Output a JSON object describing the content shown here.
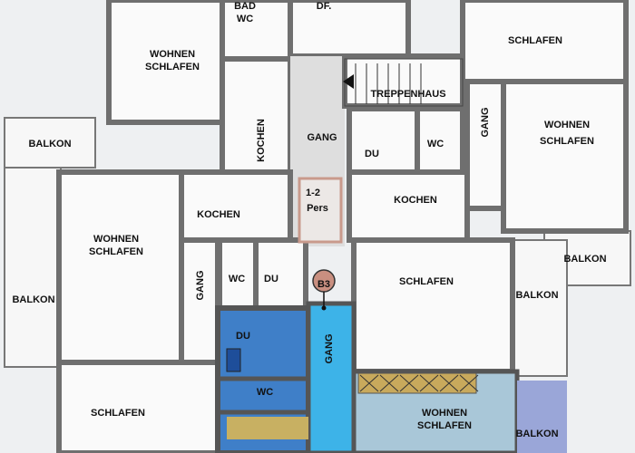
{
  "plan": {
    "rooms": {
      "bad": "BAD",
      "bad_wc": "WC",
      "df": "DF.",
      "wohnen_nw_1": "WOHNEN",
      "wohnen_nw_2": "SCHLAFEN",
      "schlafen_ne": "SCHLAFEN",
      "treppenhaus": "TREPPENHAUS",
      "gang_center": "GANG",
      "kochen_north": "KOCHEN",
      "du_center": "DU",
      "wc_center": "WC",
      "gang_east": "GANG",
      "wohnen_e_1": "WOHNEN",
      "wohnen_e_2": "SCHLAFEN",
      "balkon_nw": "BALKON",
      "kochen_west": "KOCHEN",
      "kochen_east": "KOCHEN",
      "pers_1": "1-2",
      "pers_2": "Pers",
      "wohnen_w_1": "WOHNEN",
      "wohnen_w_2": "SCHLAFEN",
      "gang_west": "GANG",
      "wc_west": "WC",
      "du_west": "DU",
      "unit_marker": "B3",
      "schlafen_east": "SCHLAFEN",
      "balkon_e1": "BALKON",
      "balkon_e2": "BALKON",
      "balkon_w": "BALKON",
      "du_blue": "DU",
      "wc_blue": "WC",
      "gang_blue": "GANG",
      "schlafen_sw": "SCHLAFEN",
      "wohnen_se_1": "WOHNEN",
      "wohnen_se_2": "SCHLAFEN",
      "balkon_se": "BALKON"
    },
    "colors": {
      "wall": "#6f6f6f",
      "highlight_room": "#3f7fc8",
      "highlight_corridor": "#3db3e8",
      "kitchen": "#c8b062",
      "living_tint": "#a9c7d8",
      "balcony_tint": "#9aa6d8",
      "marker": "#c98f80"
    }
  }
}
